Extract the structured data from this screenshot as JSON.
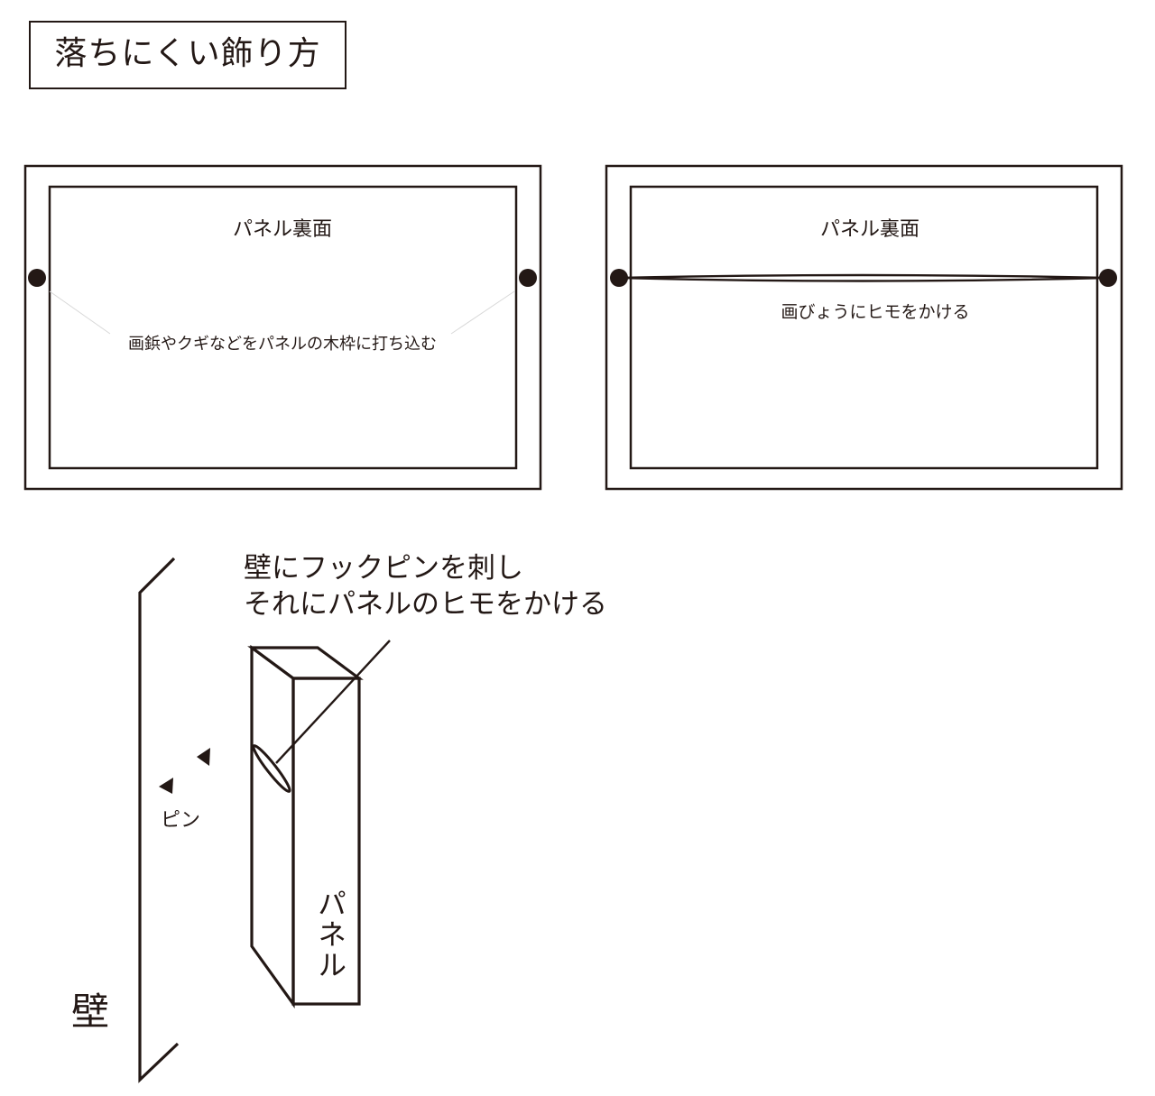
{
  "title": "落ちにくい飾り方",
  "left_panel": {
    "label": "パネル裏面",
    "instruction": "画鋲やクギなどをパネルの木枠に打ち込む"
  },
  "right_panel": {
    "label": "パネル裏面",
    "instruction": "画びょうにヒモをかける"
  },
  "side_view": {
    "caption_line1": "壁にフックピンを刺し",
    "caption_line2": "それにパネルのヒモをかける",
    "pin_label": "ピン",
    "panel_label": "パネル",
    "wall_label": "壁"
  },
  "colors": {
    "ink": "#231815",
    "background": "#ffffff"
  }
}
